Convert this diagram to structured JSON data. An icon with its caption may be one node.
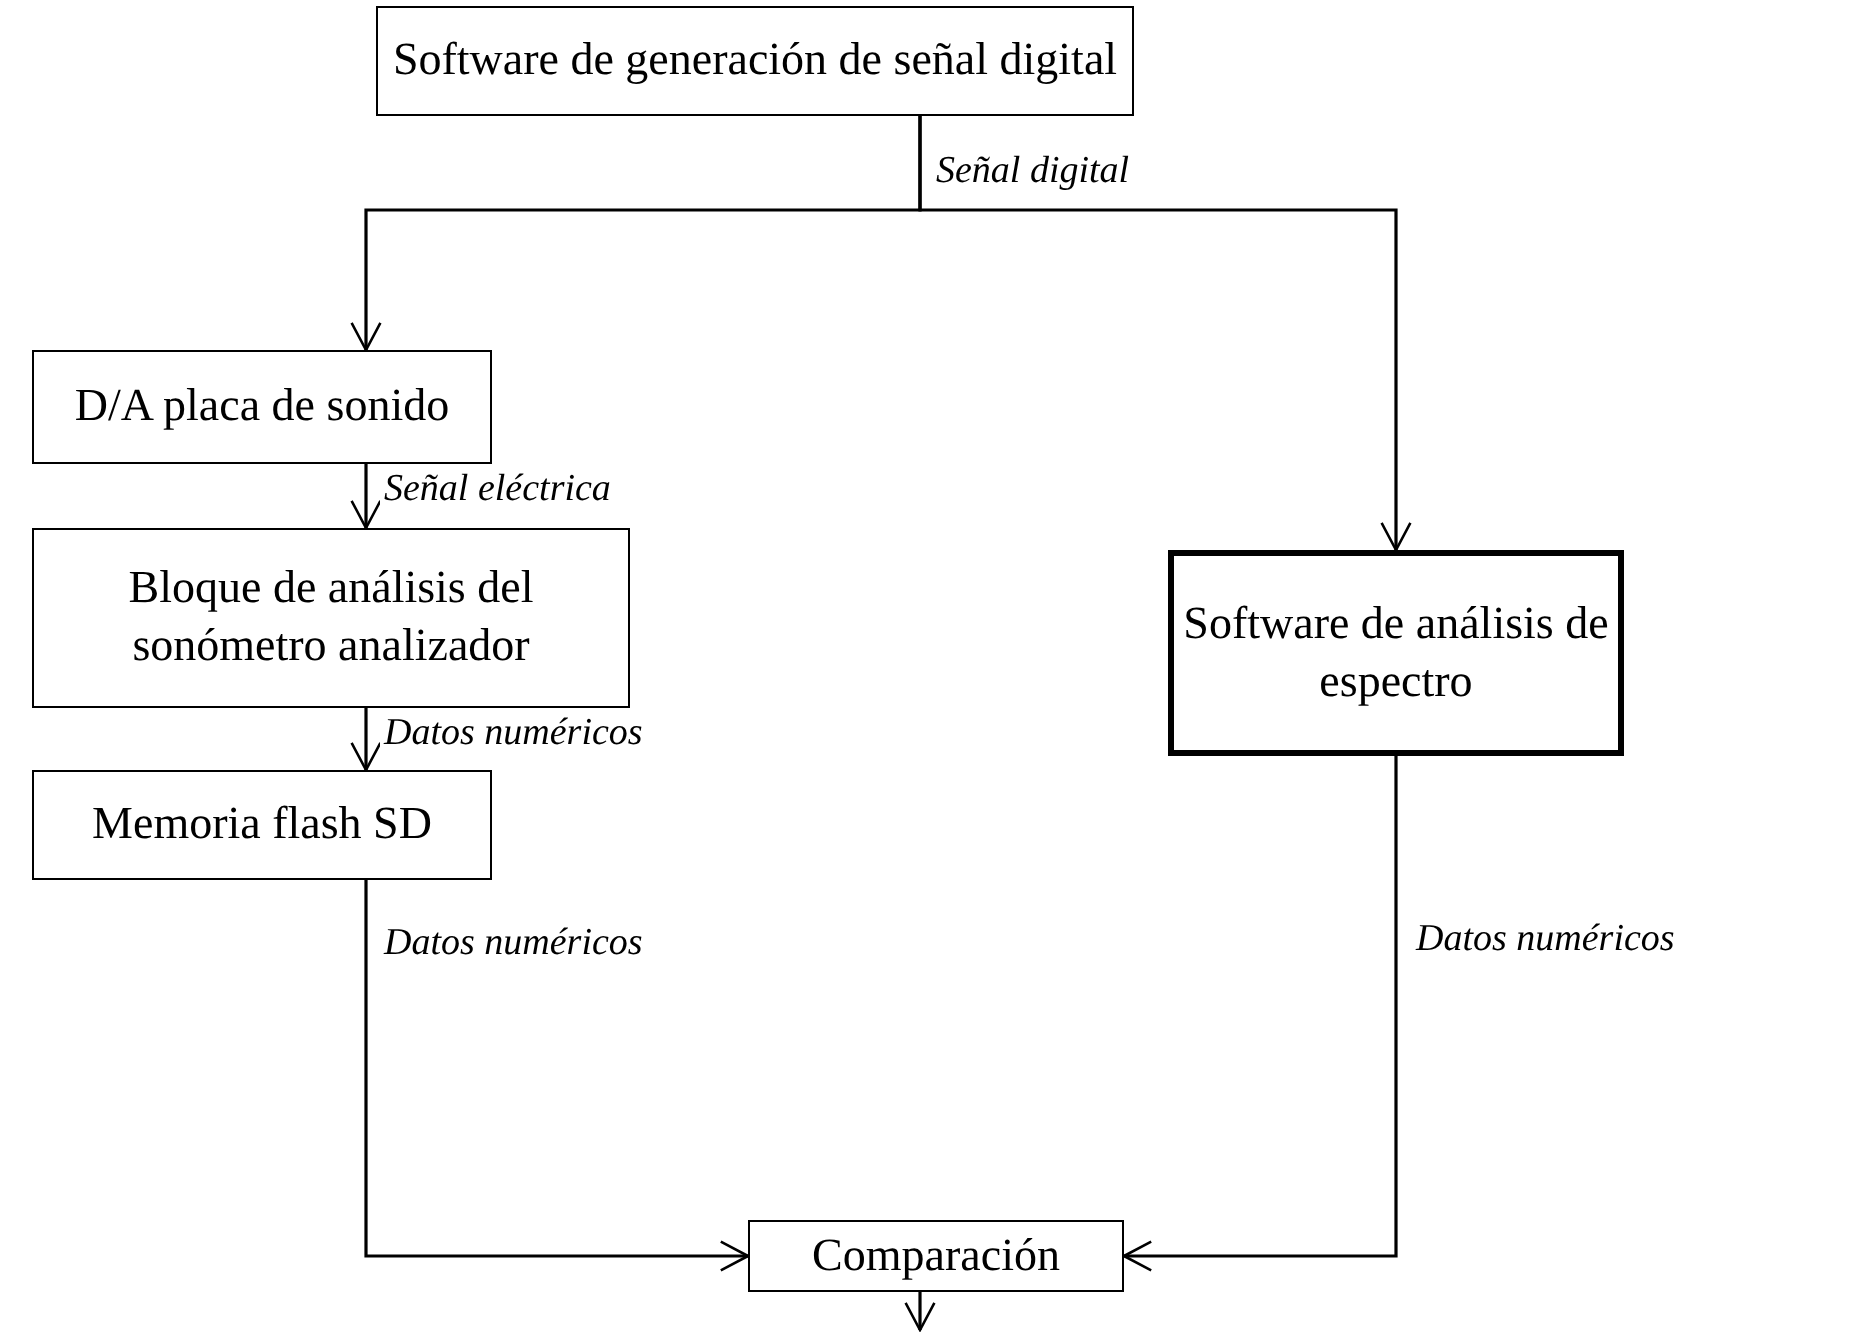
{
  "diagram": {
    "nodes": [
      {
        "text": [
          "Software de generación de señal digital"
        ]
      },
      {
        "text": [
          "D/A placa de sonido"
        ]
      },
      {
        "text": [
          "Bloque de análisis del sonómetro analizador"
        ]
      },
      {
        "text": [
          "Software de análisis de espectro"
        ]
      },
      {
        "text": [
          "Memoria flash SD"
        ]
      },
      {
        "text": [
          "Comparación"
        ]
      }
    ],
    "edges": [
      {
        "from": 0,
        "to": 1,
        "arrow": "to",
        "label": "Señal digital"
      },
      {
        "from": 0,
        "to": 3,
        "arrow": "to"
      },
      {
        "from": 1,
        "to": 2,
        "arrow": "to",
        "label": "Señal eléctrica"
      },
      {
        "from": 2,
        "to": 4,
        "arrow": "to",
        "label": "Datos numéricos"
      },
      {
        "from": 4,
        "to": 5,
        "arrow": "to",
        "label": "Datos numéricos"
      },
      {
        "from": 3,
        "to": 5,
        "arrow": "to",
        "label": "Datos numéricos"
      },
      {
        "from": 5,
        "to": null,
        "arrow": "to"
      }
    ]
  }
}
